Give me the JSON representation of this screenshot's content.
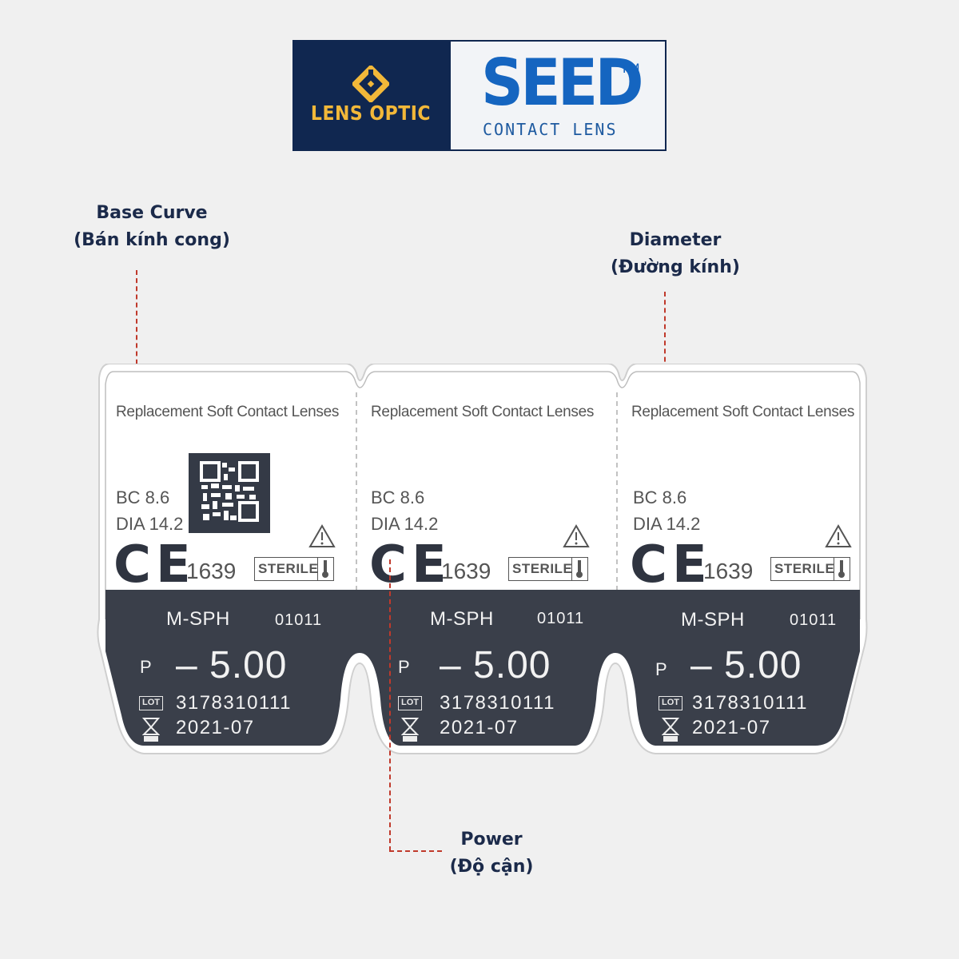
{
  "logo": {
    "left_brand": "LENS OPTIC",
    "right_brand": "SEED",
    "trademark": "TM",
    "right_subtitle": "CONTACT LENS",
    "colors": {
      "navy": "#102750",
      "gold": "#f2b839",
      "blue": "#1565c0"
    }
  },
  "callouts": {
    "base_curve": {
      "title": "Base Curve",
      "subtitle": "(Bán kính cong)"
    },
    "diameter": {
      "title": "Diameter",
      "subtitle": "(Đường kính)"
    },
    "power": {
      "title": "Power",
      "subtitle": "(Độ cận)"
    },
    "leader_color": "#c0392b"
  },
  "cards": [
    {
      "title": "Replacement Soft Contact Lenses",
      "bc": "BC 8.6",
      "dia": "DIA 14.2",
      "ce_mark": "CE",
      "notified_body": "1639",
      "sterile": "STERILE",
      "model": "M-SPH",
      "code": "01011",
      "power_prefix": "P",
      "power": "– 5.00",
      "lot_label": "LOT",
      "lot": "3178310111",
      "expiry": "2021-07",
      "has_qr": true
    },
    {
      "title": "Replacement Soft Contact Lenses",
      "bc": "BC 8.6",
      "dia": "DIA 14.2",
      "ce_mark": "CE",
      "notified_body": "1639",
      "sterile": "STERILE",
      "model": "M-SPH",
      "code": "01011",
      "power_prefix": "P",
      "power": "– 5.00",
      "lot_label": "LOT",
      "lot": "3178310111",
      "expiry": "2021-07",
      "has_qr": false
    },
    {
      "title": "Replacement Soft Contact Lenses",
      "bc": "BC 8.6",
      "dia": "DIA 14.2",
      "ce_mark": "CE",
      "notified_body": "1639",
      "sterile": "STERILE",
      "model": "M-SPH",
      "code": "01011",
      "power_prefix": "P",
      "power": "– 5.00",
      "lot_label": "LOT",
      "lot": "3178310111",
      "expiry": "2021-07",
      "has_qr": false
    }
  ],
  "colors": {
    "label_dark": "#3a3f4a",
    "background": "#f0f0f0",
    "text_navy": "#1b2a4a"
  }
}
